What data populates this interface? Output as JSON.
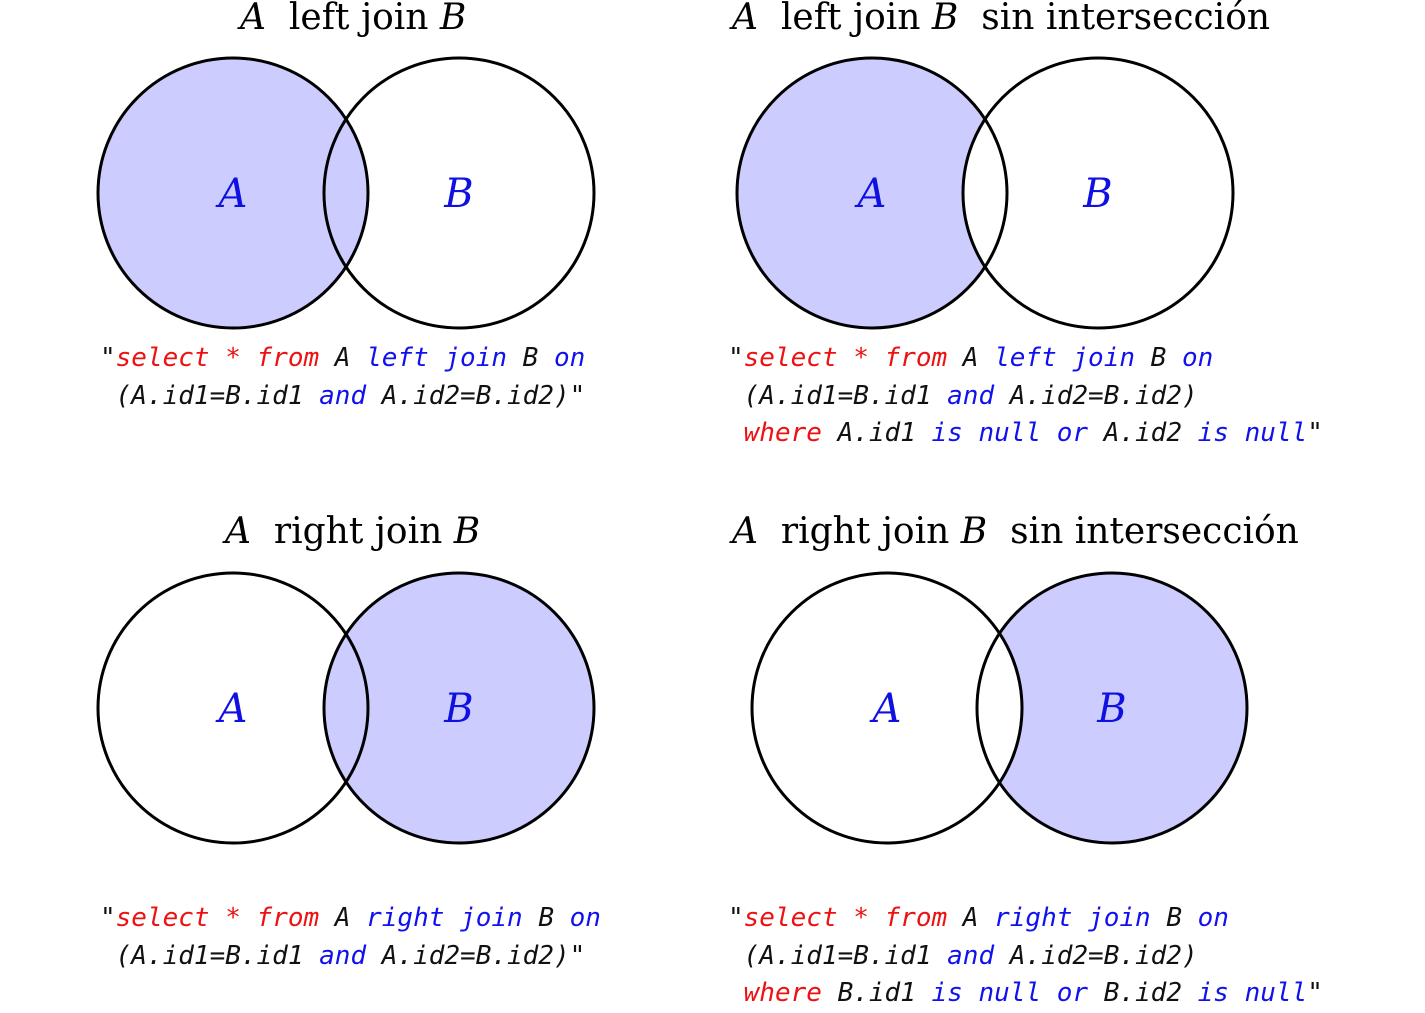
{
  "colors": {
    "fill": "#ccccff",
    "stroke": "#000000",
    "circle_label": "#1010e0",
    "keyword_red": "#ee1111",
    "keyword_blue": "#1111ee"
  },
  "panels": [
    {
      "title": {
        "a": "A",
        "mid": "left join",
        "b": "B",
        "suffix": ""
      },
      "shaded": "A",
      "circle_labels": {
        "a": "A",
        "b": "B"
      },
      "code": [
        [
          {
            "t": "\"",
            "c": "k"
          },
          {
            "t": "select * from",
            "c": "r"
          },
          {
            "t": " A ",
            "c": "k"
          },
          {
            "t": "left join",
            "c": "b"
          },
          {
            "t": " B ",
            "c": "k"
          },
          {
            "t": "on",
            "c": "b"
          }
        ],
        [
          {
            "t": " (A.id1=B.id1 ",
            "c": "k"
          },
          {
            "t": "and",
            "c": "b"
          },
          {
            "t": " A.id2=B.id2)\"",
            "c": "k"
          }
        ]
      ]
    },
    {
      "title": {
        "a": "A",
        "mid": "left join",
        "b": "B",
        "suffix": "sin intersección"
      },
      "shaded": "A-only",
      "circle_labels": {
        "a": "A",
        "b": "B"
      },
      "code": [
        [
          {
            "t": "\"",
            "c": "k"
          },
          {
            "t": "select * from",
            "c": "r"
          },
          {
            "t": " A ",
            "c": "k"
          },
          {
            "t": "left join",
            "c": "b"
          },
          {
            "t": " B ",
            "c": "k"
          },
          {
            "t": "on",
            "c": "b"
          }
        ],
        [
          {
            "t": " (A.id1=B.id1 ",
            "c": "k"
          },
          {
            "t": "and",
            "c": "b"
          },
          {
            "t": " A.id2=B.id2)",
            "c": "k"
          }
        ],
        [
          {
            "t": " where",
            "c": "r"
          },
          {
            "t": " A.id1 ",
            "c": "k"
          },
          {
            "t": "is null or",
            "c": "b"
          },
          {
            "t": " A.id2 ",
            "c": "k"
          },
          {
            "t": "is null",
            "c": "b"
          },
          {
            "t": "\"",
            "c": "k"
          }
        ]
      ]
    },
    {
      "title": {
        "a": "A",
        "mid": "right join",
        "b": "B",
        "suffix": ""
      },
      "shaded": "B",
      "circle_labels": {
        "a": "A",
        "b": "B"
      },
      "code": [
        [
          {
            "t": "\"",
            "c": "k"
          },
          {
            "t": "select * from",
            "c": "r"
          },
          {
            "t": " A ",
            "c": "k"
          },
          {
            "t": "right join",
            "c": "b"
          },
          {
            "t": " B ",
            "c": "k"
          },
          {
            "t": "on",
            "c": "b"
          }
        ],
        [
          {
            "t": " (A.id1=B.id1 ",
            "c": "k"
          },
          {
            "t": "and",
            "c": "b"
          },
          {
            "t": " A.id2=B.id2)\"",
            "c": "k"
          }
        ]
      ]
    },
    {
      "title": {
        "a": "A",
        "mid": "right join",
        "b": "B",
        "suffix": "sin intersección"
      },
      "shaded": "B-only",
      "circle_labels": {
        "a": "A",
        "b": "B"
      },
      "code": [
        [
          {
            "t": "\"",
            "c": "k"
          },
          {
            "t": "select * from",
            "c": "r"
          },
          {
            "t": " A ",
            "c": "k"
          },
          {
            "t": "right join",
            "c": "b"
          },
          {
            "t": " B ",
            "c": "k"
          },
          {
            "t": "on",
            "c": "b"
          }
        ],
        [
          {
            "t": " (A.id1=B.id1 ",
            "c": "k"
          },
          {
            "t": "and",
            "c": "b"
          },
          {
            "t": " A.id2=B.id2)",
            "c": "k"
          }
        ],
        [
          {
            "t": " where",
            "c": "r"
          },
          {
            "t": " B.id1 ",
            "c": "k"
          },
          {
            "t": "is null or",
            "c": "b"
          },
          {
            "t": " B.id2 ",
            "c": "k"
          },
          {
            "t": "is null",
            "c": "b"
          },
          {
            "t": "\"",
            "c": "k"
          }
        ]
      ]
    }
  ]
}
